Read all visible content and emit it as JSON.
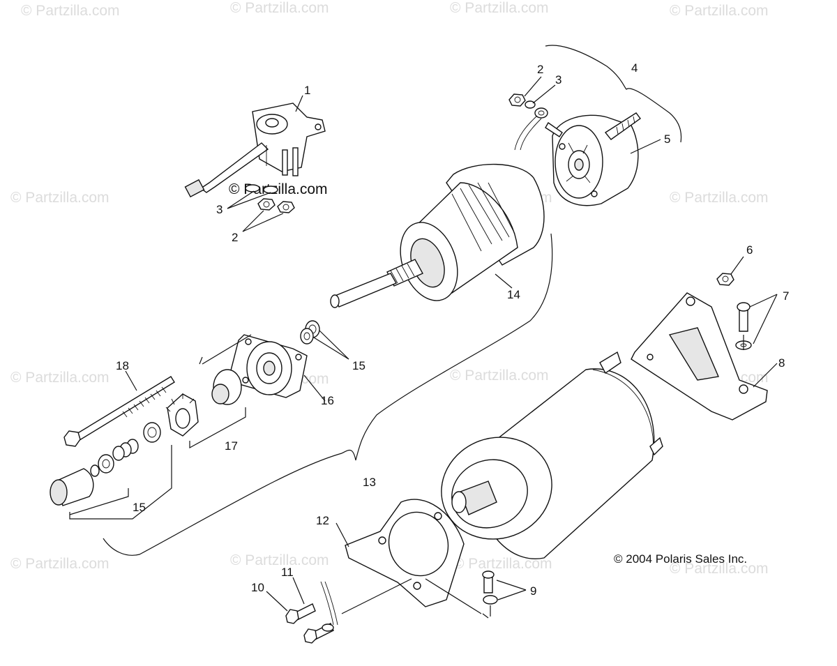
{
  "diagram": {
    "watermark_text": "© Partzilla.com",
    "copyright": "© 2004 Polaris Sales Inc.",
    "callouts": {
      "c1": "1",
      "c2_top": "2",
      "c3_top": "3",
      "c4": "4",
      "c5": "5",
      "c3_left": "3",
      "c2_left": "2",
      "c6": "6",
      "c7": "7",
      "c14": "14",
      "c8": "8",
      "c15_mid": "15",
      "c18": "18",
      "c16": "16",
      "c17": "17",
      "c13": "13",
      "c15_low": "15",
      "c12": "12",
      "c11": "11",
      "c10": "10",
      "c9": "9"
    }
  }
}
